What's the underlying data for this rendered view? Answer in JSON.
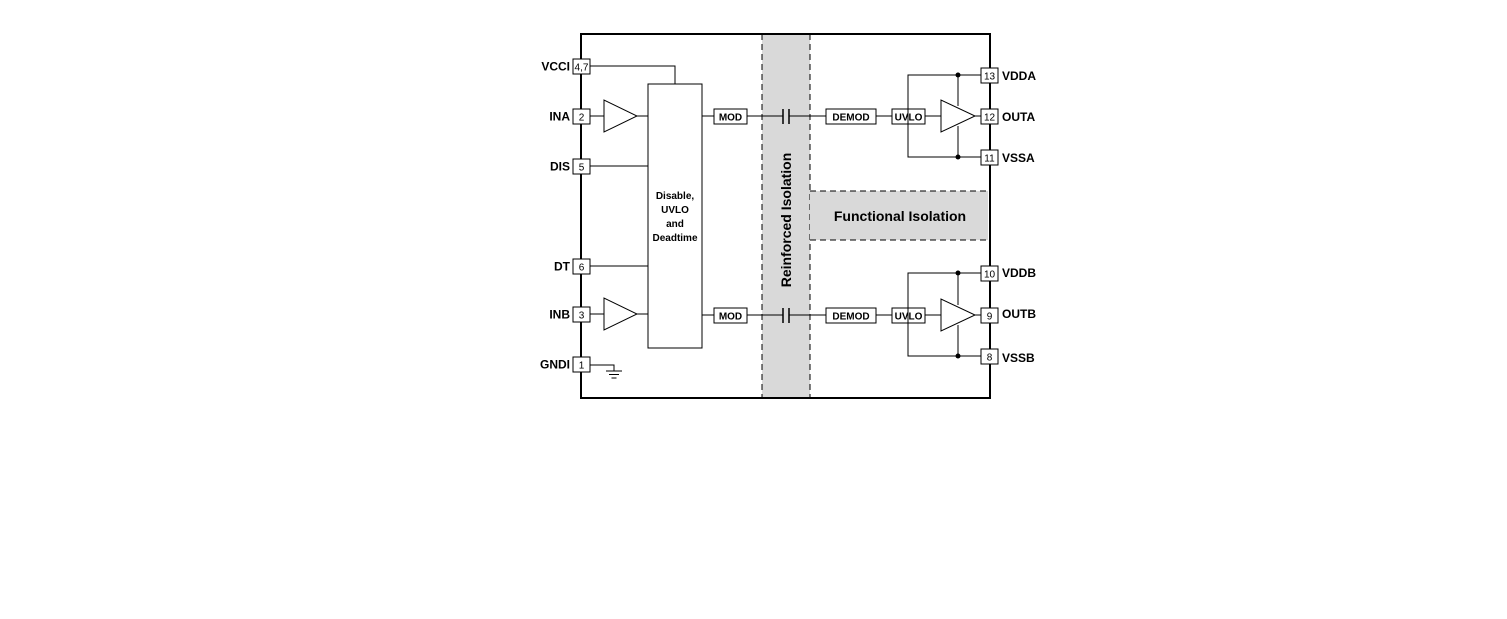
{
  "pins_left": [
    {
      "name": "VCCI",
      "num": "4,7"
    },
    {
      "name": "INA",
      "num": "2"
    },
    {
      "name": "DIS",
      "num": "5"
    },
    {
      "name": "DT",
      "num": "6"
    },
    {
      "name": "INB",
      "num": "3"
    },
    {
      "name": "GNDI",
      "num": "1"
    }
  ],
  "pins_right": [
    {
      "name": "VDDA",
      "num": "13"
    },
    {
      "name": "OUTA",
      "num": "12"
    },
    {
      "name": "VSSA",
      "num": "11"
    },
    {
      "name": "VDDB",
      "num": "10"
    },
    {
      "name": "OUTB",
      "num": "9"
    },
    {
      "name": "VSSB",
      "num": "8"
    }
  ],
  "core_block": [
    "Disable,",
    "UVLO",
    "and",
    "Deadtime"
  ],
  "blocks": {
    "mod": "MOD",
    "demod": "DEMOD",
    "uvlo": "UVLO"
  },
  "labels": {
    "reinforced": "Reinforced Isolation",
    "functional": "Functional Isolation"
  },
  "colors": {
    "isolation_fill": "#d9d9d9",
    "line": "#000000"
  }
}
